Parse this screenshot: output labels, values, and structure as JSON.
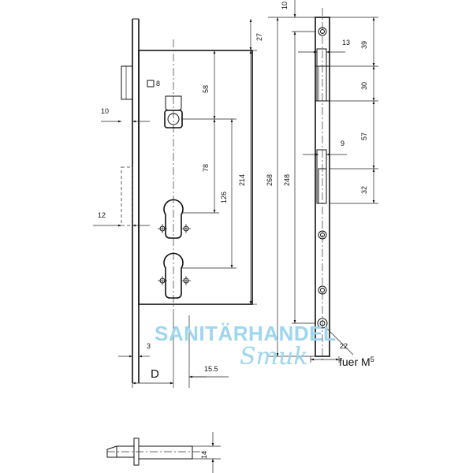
{
  "dimensions": {
    "d10_top": "10",
    "d27": "27",
    "d58": "58",
    "d78": "78",
    "d126": "126",
    "d214": "214",
    "d268": "268",
    "d248": "248",
    "d13": "13",
    "d39": "39",
    "d30": "30",
    "d57": "57",
    "d9": "9",
    "d32": "32",
    "d10_left": "10",
    "d12": "12",
    "d3": "3",
    "d22": "22",
    "d15_5": "15.5",
    "d14": "14",
    "square8": "8"
  },
  "labels": {
    "d_label": "D",
    "fuer_m5": "fuer M",
    "m5_exp": "5"
  },
  "watermark": {
    "line1": "SANITÄRHANDEL",
    "line2": "Smuk"
  }
}
